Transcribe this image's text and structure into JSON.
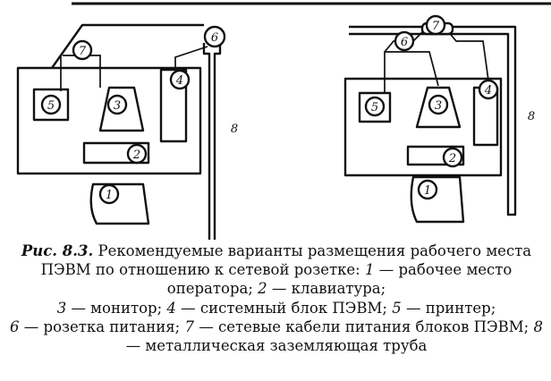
{
  "figure": {
    "left_panel": {
      "labels": {
        "workplace": "1",
        "keyboard": "2",
        "monitor": "3",
        "system_unit": "4",
        "printer": "5",
        "socket": "6",
        "cables": "7",
        "pipe": "8"
      }
    },
    "right_panel": {
      "labels": {
        "workplace": "1",
        "keyboard": "2",
        "monitor": "3",
        "system_unit": "4",
        "printer": "5",
        "socket": "6",
        "cables": "7",
        "pipe": "8"
      }
    }
  },
  "caption": {
    "fig_label": "Рис. 8.3.",
    "title": "Рекомендуемые варианты размещения рабочего места ПЭВМ по отношению к сетевой розетке:",
    "items": [
      {
        "num": "1",
        "text": "— рабочее место оператора;"
      },
      {
        "num": "2",
        "text": "— клавиатура;"
      },
      {
        "num": "3",
        "text": "— монитор;"
      },
      {
        "num": "4",
        "text": "— системный блок ПЭВМ;"
      },
      {
        "num": "5",
        "text": "— принтер;"
      },
      {
        "num": "6",
        "text": "— розетка питания;"
      },
      {
        "num": "7",
        "text": "— сетевые кабели питания блоков ПЭВМ;"
      },
      {
        "num": "8",
        "text": "— металлическая заземляющая труба"
      }
    ]
  }
}
